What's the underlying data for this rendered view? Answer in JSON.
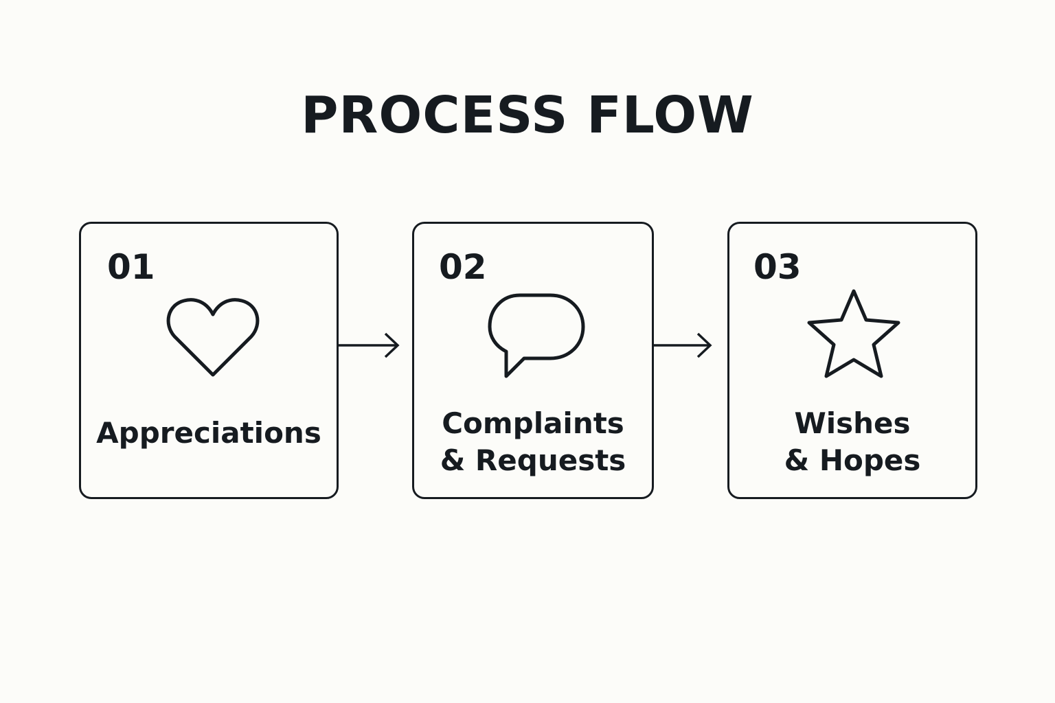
{
  "diagram": {
    "title": "PROCESS FLOW",
    "steps": [
      {
        "number": "01",
        "label_lines": [
          "Appreciations"
        ],
        "icon": "heart-icon"
      },
      {
        "number": "02",
        "label_lines": [
          "Complaints",
          "& Requests"
        ],
        "icon": "speech-bubble-icon"
      },
      {
        "number": "03",
        "label_lines": [
          "Wishes",
          "& Hopes"
        ],
        "icon": "star-icon"
      }
    ],
    "connectors": [
      "arrow-right-icon",
      "arrow-right-icon"
    ],
    "colors": {
      "background": "#fcfcf9",
      "ink": "#161b20"
    }
  }
}
